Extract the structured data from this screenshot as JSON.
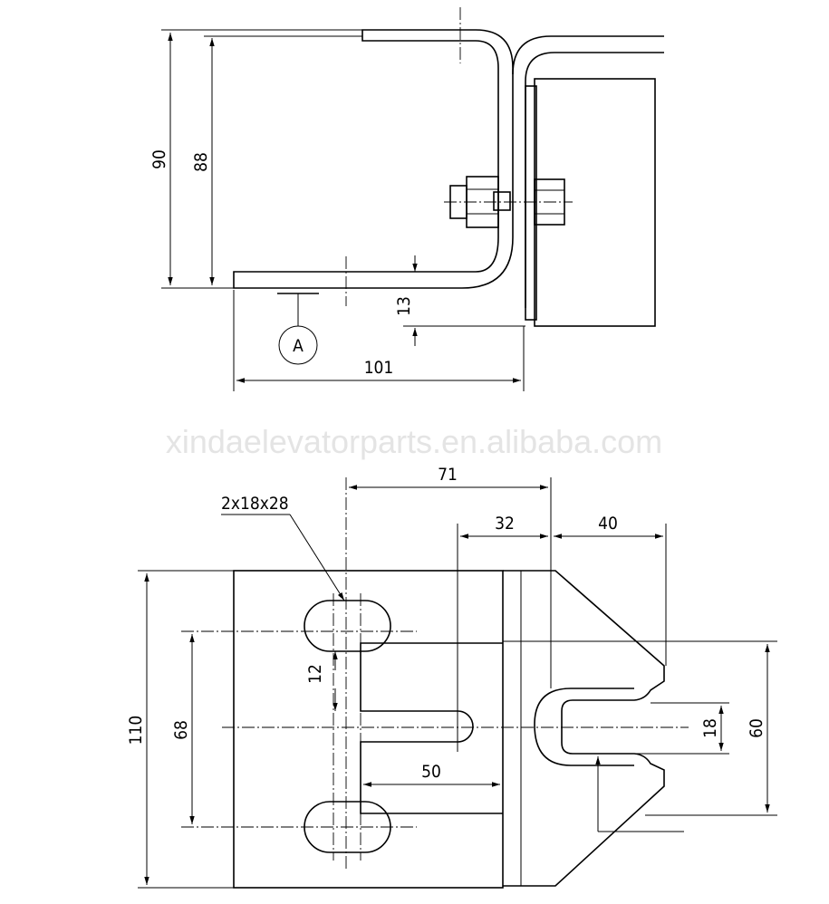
{
  "watermark": "xindaelevatorparts.en.alibaba.com",
  "top_view": {
    "dim_overall_height": "90",
    "dim_inner_height": "88",
    "dim_bottom_offset": "13",
    "dim_width": "101",
    "section_marker": "A"
  },
  "bottom_view": {
    "slot_note": "2x18x28",
    "dim_71": "71",
    "dim_32": "32",
    "dim_40": "40",
    "dim_12": "12",
    "dim_110": "110",
    "dim_68": "68",
    "dim_50": "50",
    "dim_18": "18",
    "dim_60": "60"
  }
}
